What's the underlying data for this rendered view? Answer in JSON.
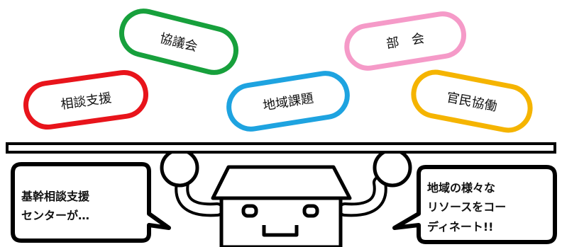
{
  "pills": [
    {
      "id": "soudan",
      "label": "相談支援",
      "color": "#e8141b"
    },
    {
      "id": "kyougikai",
      "label": "協議会",
      "color": "#17a03c"
    },
    {
      "id": "chiiki",
      "label": "地域課題",
      "color": "#1ea3e0"
    },
    {
      "id": "bukai",
      "label": "部　会",
      "color": "#f59ac8"
    },
    {
      "id": "kanmin",
      "label": "官民協働",
      "color": "#f5b400"
    }
  ],
  "bubbles": {
    "left": {
      "lines": [
        "基幹相談支援",
        "センターが…"
      ]
    },
    "right": {
      "lines": [
        "地域の様々な",
        "リソースをコー",
        "ディネート!!"
      ]
    }
  }
}
